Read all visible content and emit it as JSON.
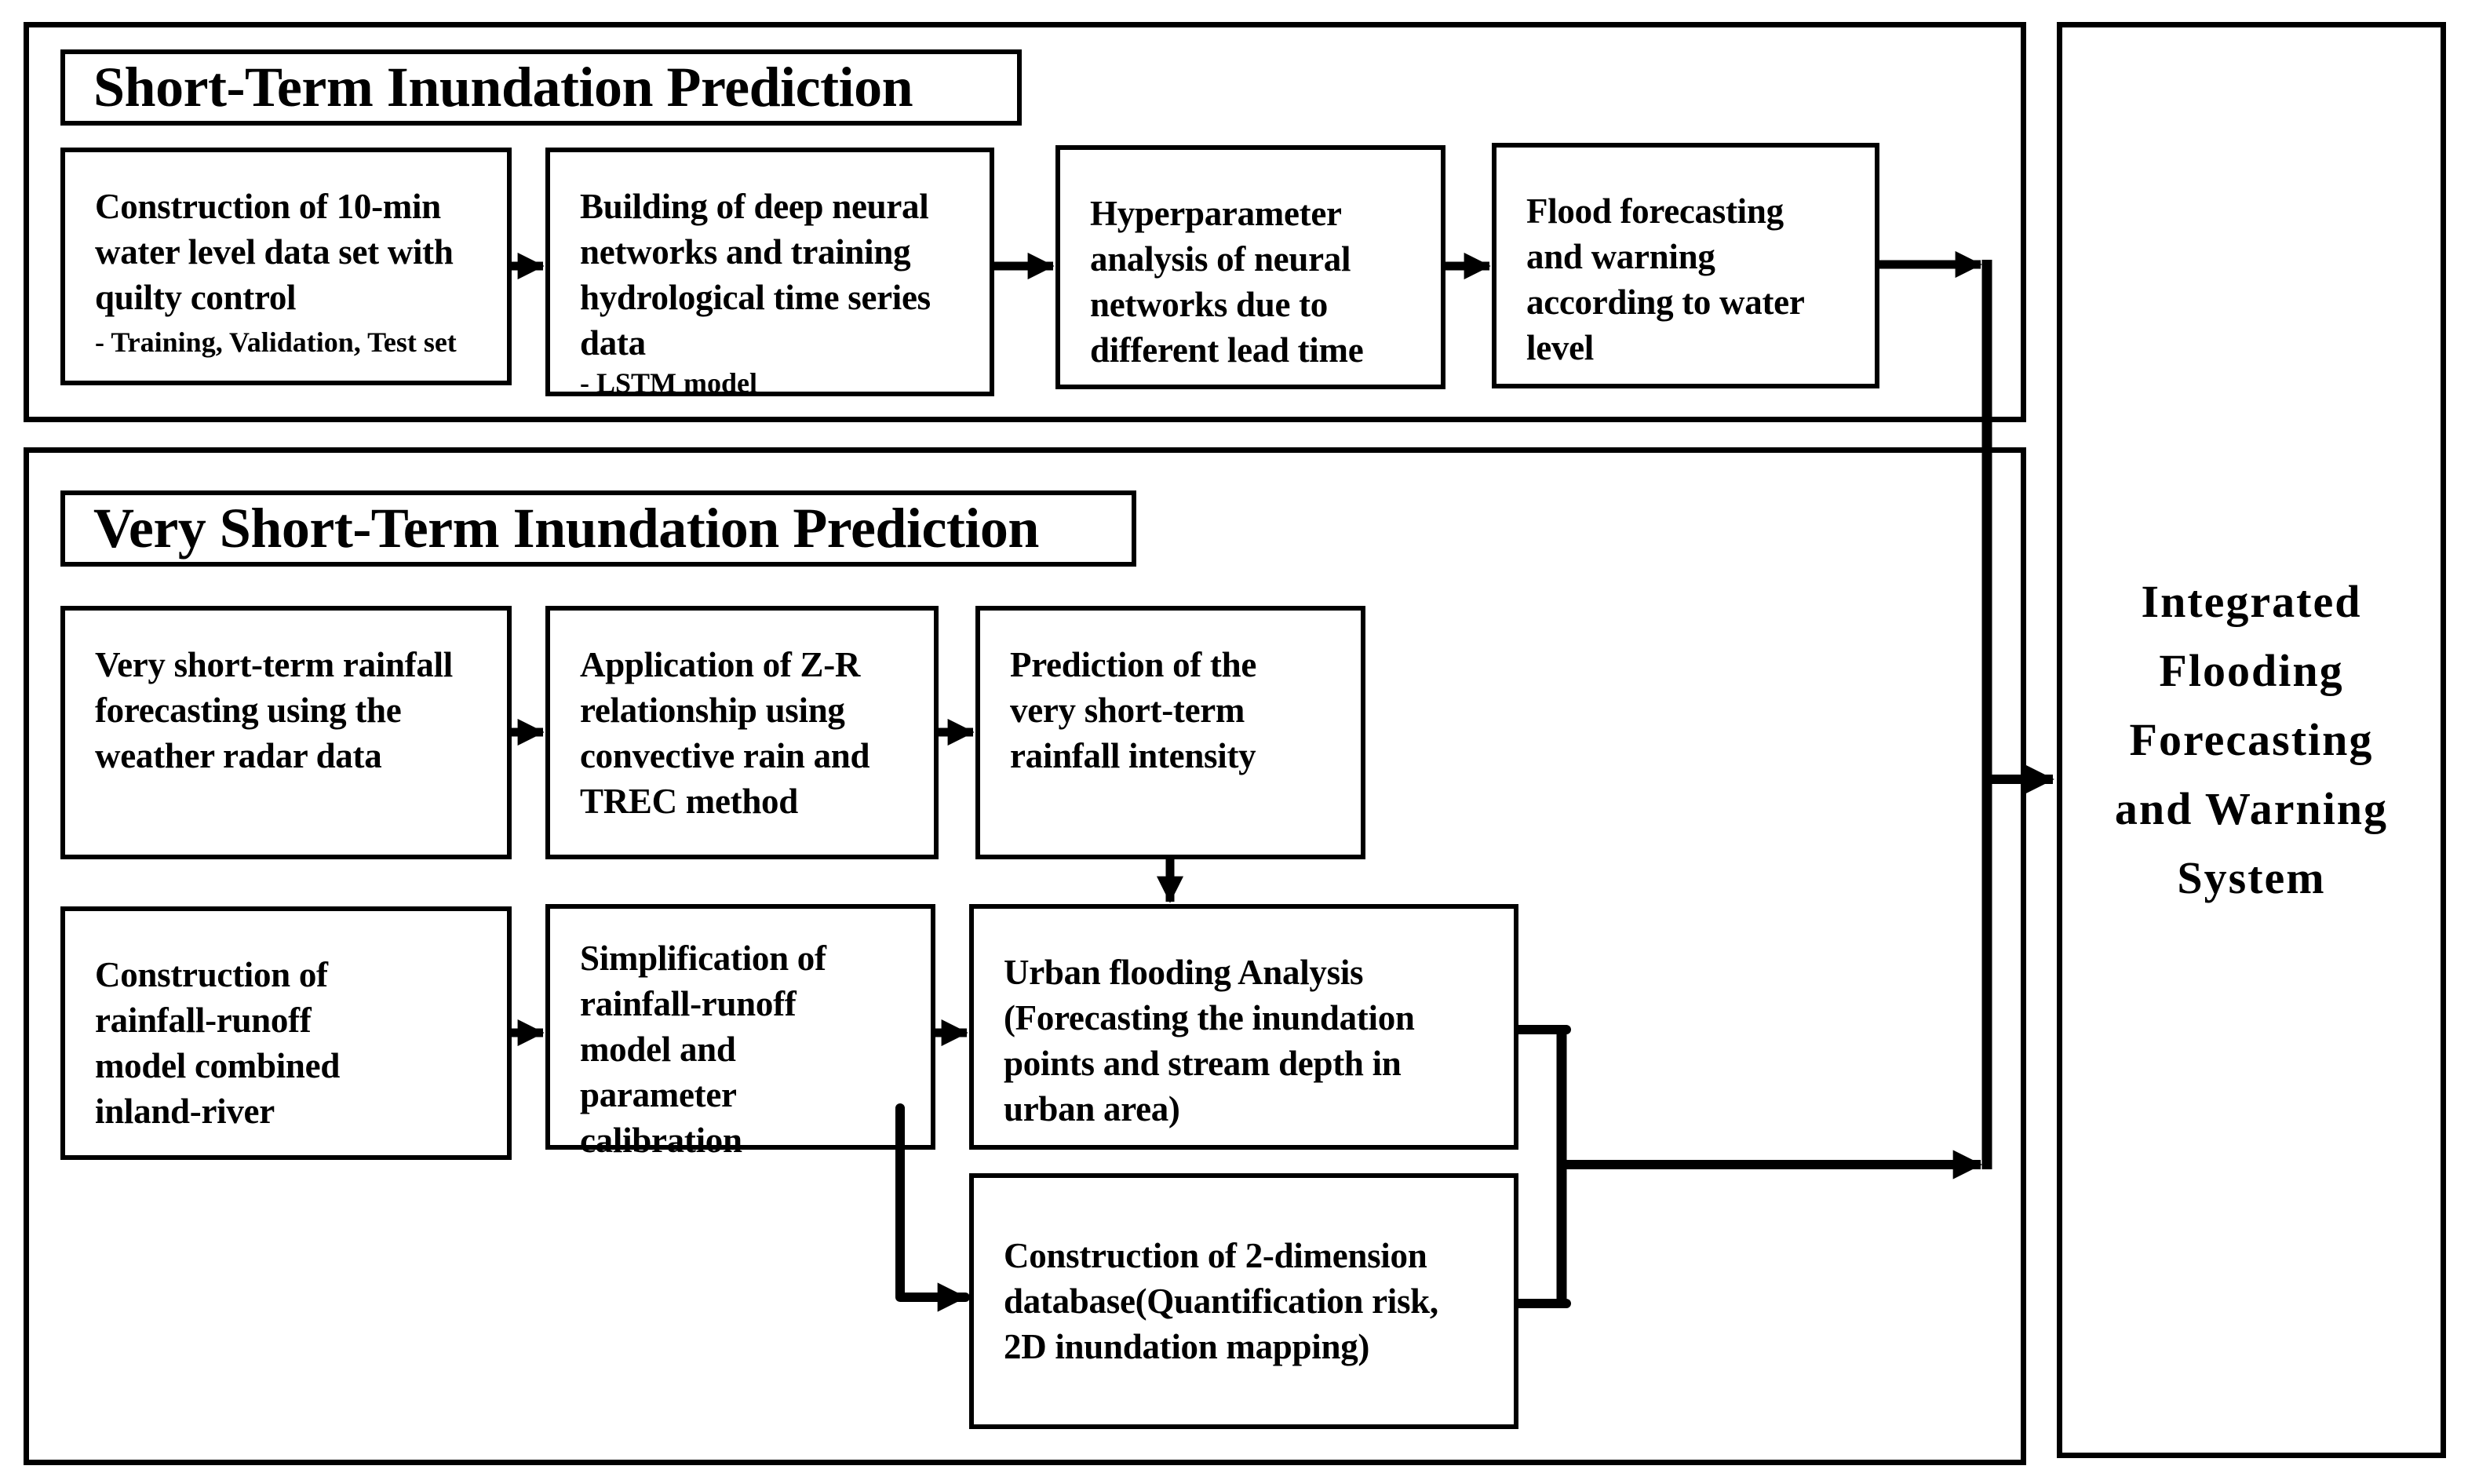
{
  "colors": {
    "ink": "#000000",
    "background": "#ffffff"
  },
  "diagram": {
    "sections": [
      {
        "title": "Short-Term Inundation Prediction",
        "boxes": [
          {
            "text": "Construction of 10-min\nwater level data set with\nquilty control",
            "note": "- Training, Validation, Test set"
          },
          {
            "text": "Building of deep neural\nnetworks and training\nhydrological time series\ndata",
            "note": "- LSTM model"
          },
          {
            "text": "Hyperparameter\nanalysis of neural\nnetworks due to\ndifferent lead time"
          },
          {
            "text": "Flood forecasting\nand warning\naccording to water\nlevel"
          }
        ]
      },
      {
        "title": "Very Short-Term Inundation Prediction",
        "boxes": [
          {
            "text": "Very short-term rainfall\nforecasting using the\nweather radar data"
          },
          {
            "text": "Application of Z-R\nrelationship using\nconvective rain and\nTREC method"
          },
          {
            "text": "Prediction of the\nvery short-term\nrainfall intensity"
          },
          {
            "text": "Construction of\nrainfall-runoff\nmodel combined\ninland-river"
          },
          {
            "text": "Simplification of\nrainfall-runoff\nmodel and\nparameter\ncalibration"
          },
          {
            "text": "Urban flooding Analysis\n(Forecasting the inundation\npoints and stream depth in\nurban area)"
          },
          {
            "text": "Construction of 2-dimension\ndatabase(Quantification risk,\n2D inundation mapping)"
          }
        ]
      }
    ],
    "output_box": {
      "text": "Integrated\nFlooding\nForecasting\nand Warning\nSystem"
    }
  }
}
